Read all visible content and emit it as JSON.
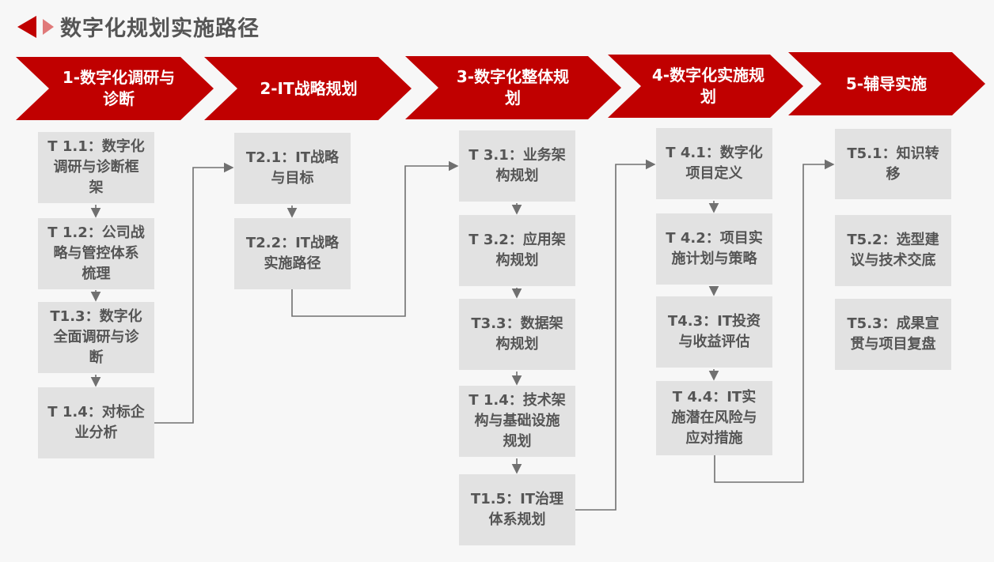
{
  "title": "数字化规划实施路径",
  "colors": {
    "accent": "#c00000",
    "accent_light": "#e07a7a",
    "box": "#e2e2e2",
    "text": "#555555",
    "line": "#707070"
  },
  "phases": [
    {
      "label": "1-数字化调研与诊断",
      "tasks": [
        "T 1.1：数字化调研与诊断框架",
        "T 1.2：公司战略与管控体系梳理",
        "T1.3：数字化全面调研与诊断",
        "T 1.4：对标企业分析"
      ]
    },
    {
      "label": "2-IT战略规划",
      "tasks": [
        "T2.1：IT战略与目标",
        "T2.2：IT战略实施路径"
      ]
    },
    {
      "label": "3-数字化整体规划",
      "tasks": [
        "T 3.1：业务架构规划",
        "T 3.2：应用架构规划",
        "T3.3：数据架构规划",
        "T 1.4：技术架构与基础设施规划",
        "T1.5：IT治理体系规划"
      ]
    },
    {
      "label": "4-数字化实施规划",
      "tasks": [
        "T 4.1：数字化项目定义",
        "T 4.2：项目实施计划与策略",
        "T4.3：IT投资与收益评估",
        "T 4.4：IT实施潜在风险与应对措施"
      ]
    },
    {
      "label": "5-辅导实施",
      "tasks": [
        "T5.1：知识转移",
        "T5.2：选型建议与技术交底",
        "T5.3：成果宣贯与项目复盘"
      ]
    }
  ]
}
